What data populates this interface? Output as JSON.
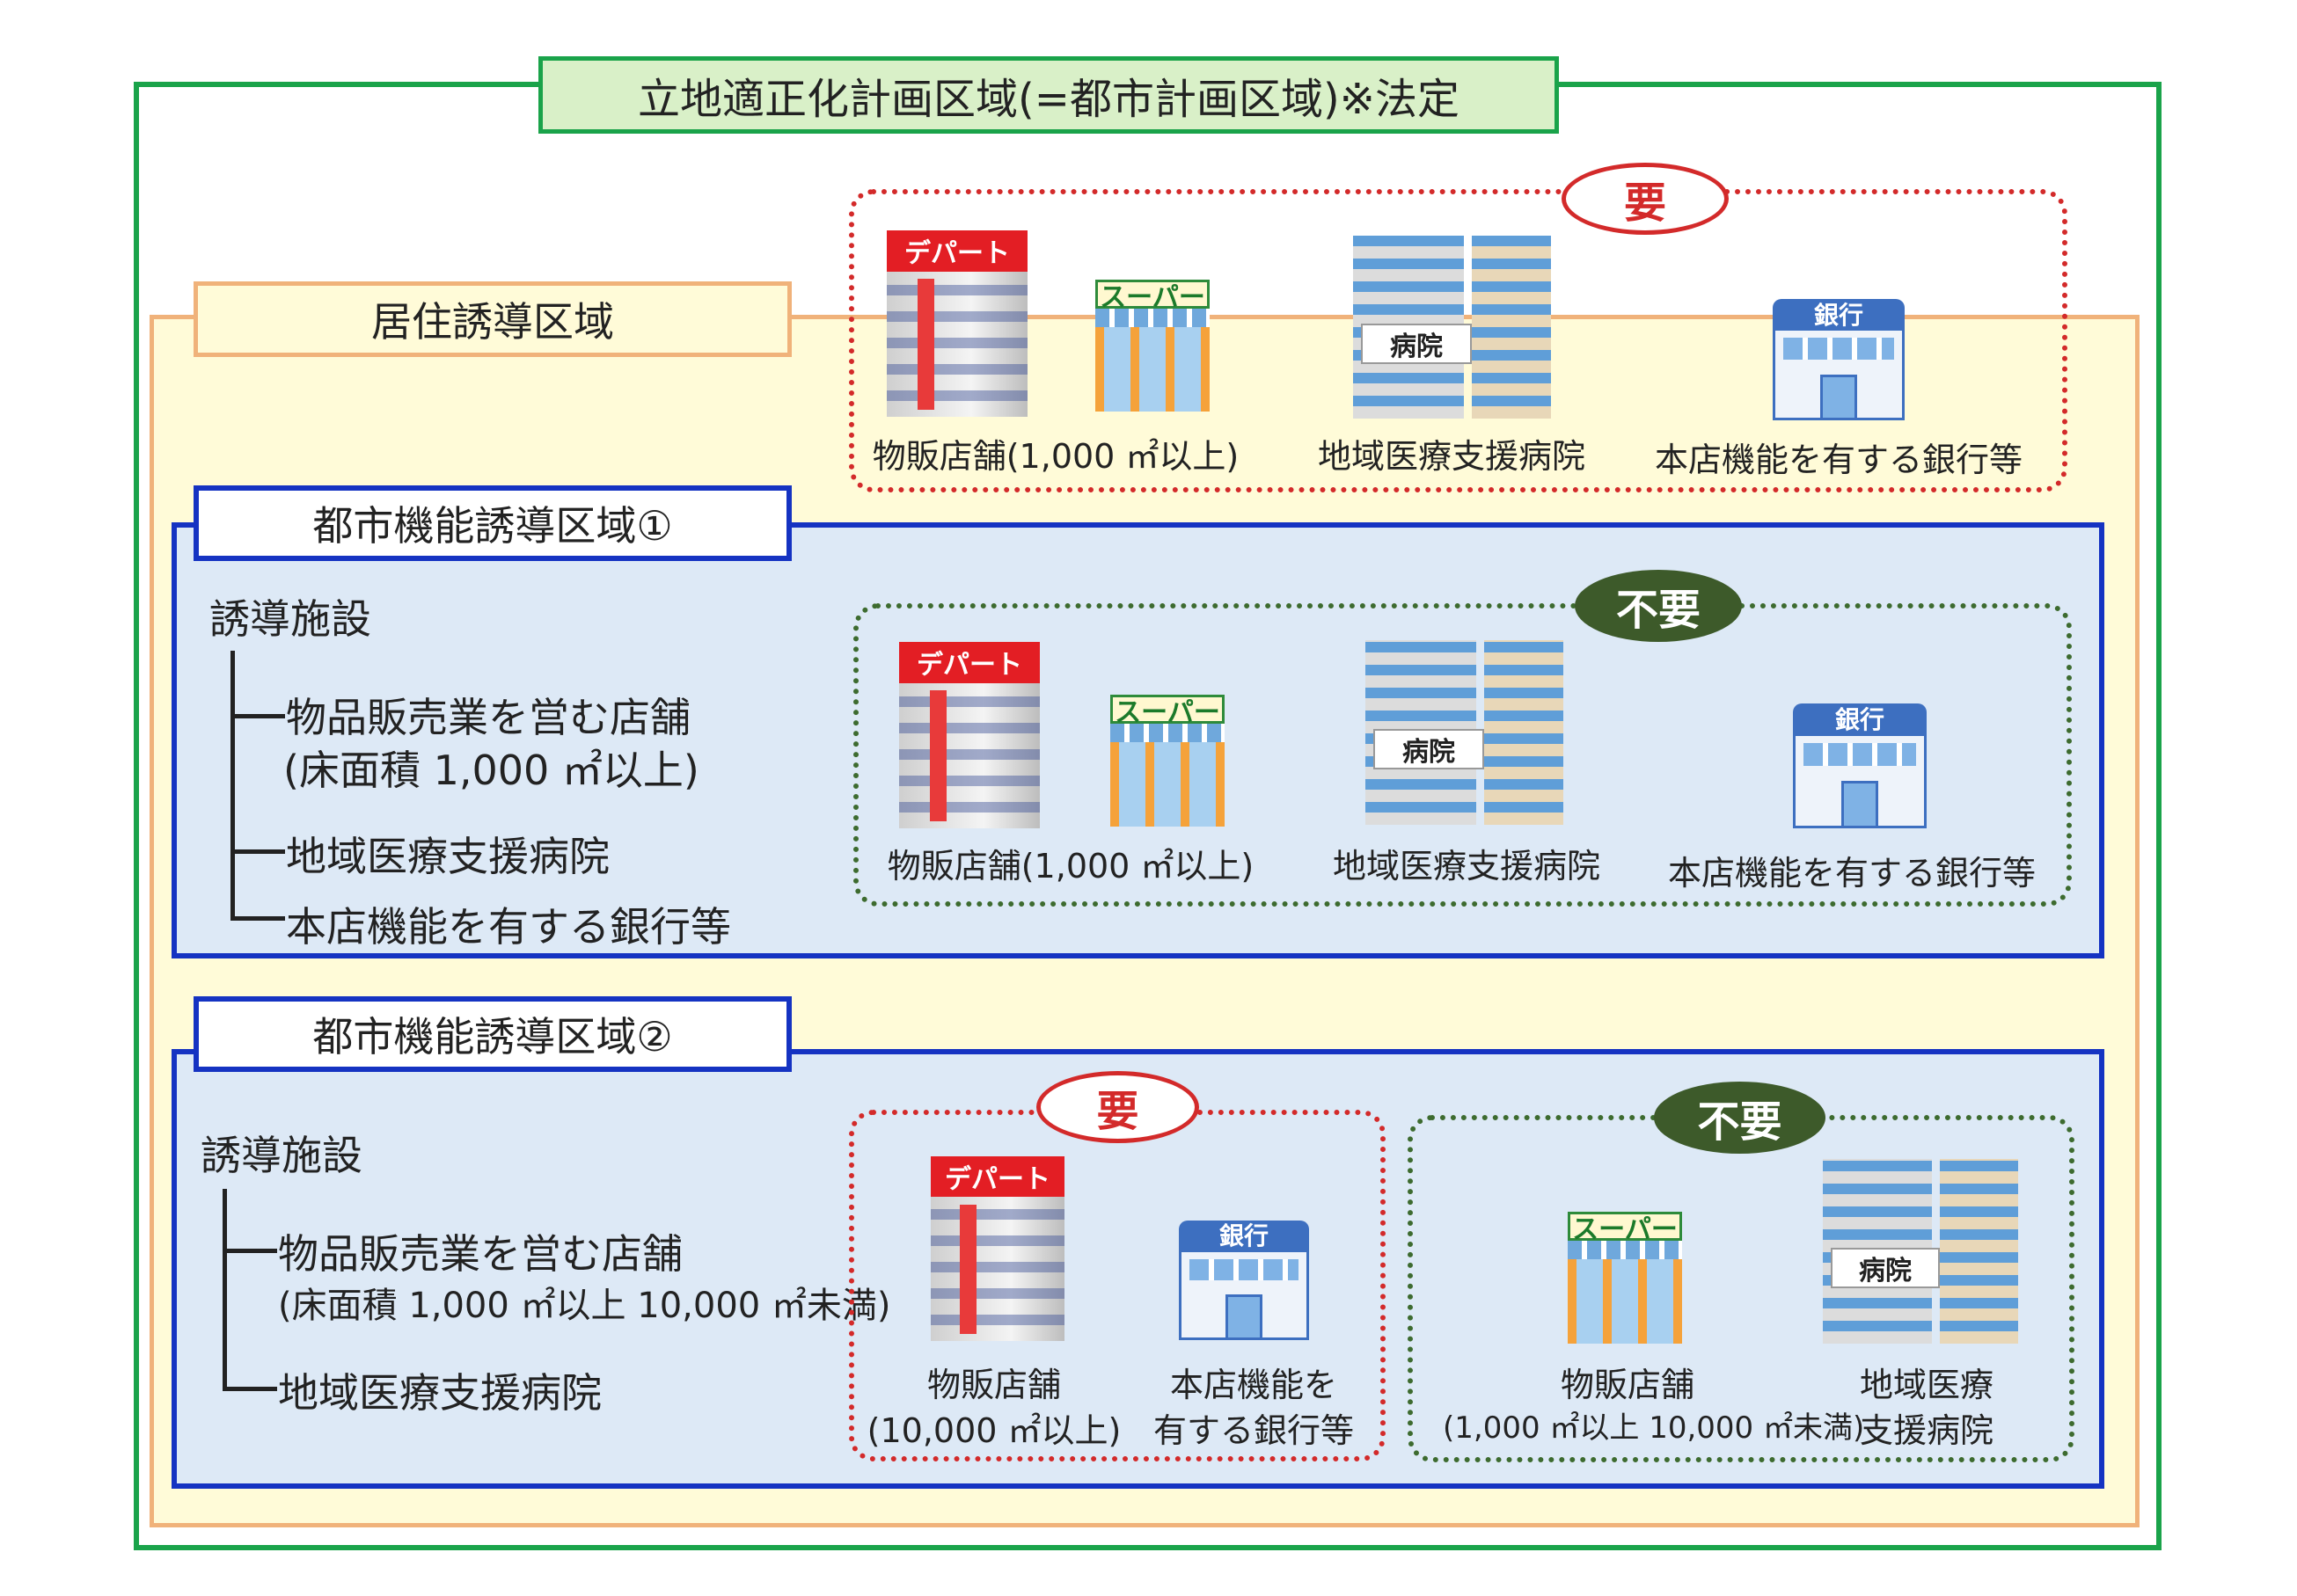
{
  "outer_title": "立地適正化計画区域(=都市計画区域)※法定",
  "residential": {
    "title": "居住誘導区域"
  },
  "top_group": {
    "badge": "要",
    "labels": {
      "dept": "物販店舗(1,000 ㎡以上)",
      "hospital": "地域医療支援病院",
      "bank": "本店機能を有する銀行等"
    }
  },
  "zone1": {
    "title": "都市機能誘導区域①",
    "facilities_heading": "誘導施設",
    "items": [
      "物品販売業を営む店舗",
      "(床面積 1,000 ㎡以上)",
      "地域医療支援病院",
      "本店機能を有する銀行等"
    ],
    "group": {
      "badge": "不要",
      "labels": {
        "dept": "物販店舗(1,000 ㎡以上)",
        "hospital": "地域医療支援病院",
        "bank": "本店機能を有する銀行等"
      }
    }
  },
  "zone2": {
    "title": "都市機能誘導区域②",
    "facilities_heading": "誘導施設",
    "items": [
      "物品販売業を営む店舗",
      "(床面積 1,000 ㎡以上 10,000 ㎡未満)",
      "地域医療支援病院"
    ],
    "required": {
      "badge": "要",
      "dept_label": [
        "物販店舗",
        "(10,000 ㎡以上)"
      ],
      "bank_label": [
        "本店機能を",
        "有する銀行等"
      ]
    },
    "not_required": {
      "badge": "不要",
      "store_label": [
        "物販店舗",
        "(1,000 ㎡以上 10,000 ㎡未満)"
      ],
      "hospital_label": [
        "地域医療",
        "支援病院"
      ]
    }
  },
  "icons": {
    "dept_sign": "デパート",
    "super_sign": "スーパー",
    "hospital_sign": "病院",
    "bank_sign": "銀行"
  },
  "colors": {
    "outer_border": "#1aa34a",
    "residential_border": "#f0b27a",
    "residential_fill": "#fffbd8",
    "zone_border": "#1533c2",
    "zone_fill": "#dde9f6",
    "required": "#d32a2a",
    "not_required": "#3d5a2a"
  }
}
